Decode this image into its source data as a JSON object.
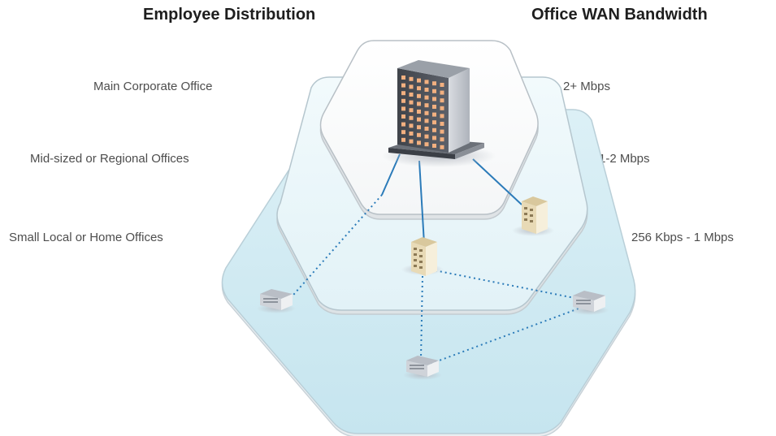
{
  "headings": {
    "left": "Employee Distribution",
    "right": "Office WAN Bandwidth"
  },
  "tiers": [
    {
      "office": "Main Corporate Office",
      "bandwidth": "2+ Mbps"
    },
    {
      "office": "Mid-sized or Regional Offices",
      "bandwidth": "1-2 Mbps"
    },
    {
      "office": "Small Local or Home Offices",
      "bandwidth": "256 Kbps - 1 Mbps"
    }
  ],
  "colors": {
    "outer_tier": "#cfe9f2",
    "middle_tier": "#e9f5f8",
    "top_tier": "#ffffff",
    "solid_link": "#2b7bb9",
    "dotted_link": "#2b7bb9",
    "main_building": "#555a63",
    "regional_building": "#ecdfbe",
    "small_office": "#dfe2e6"
  }
}
